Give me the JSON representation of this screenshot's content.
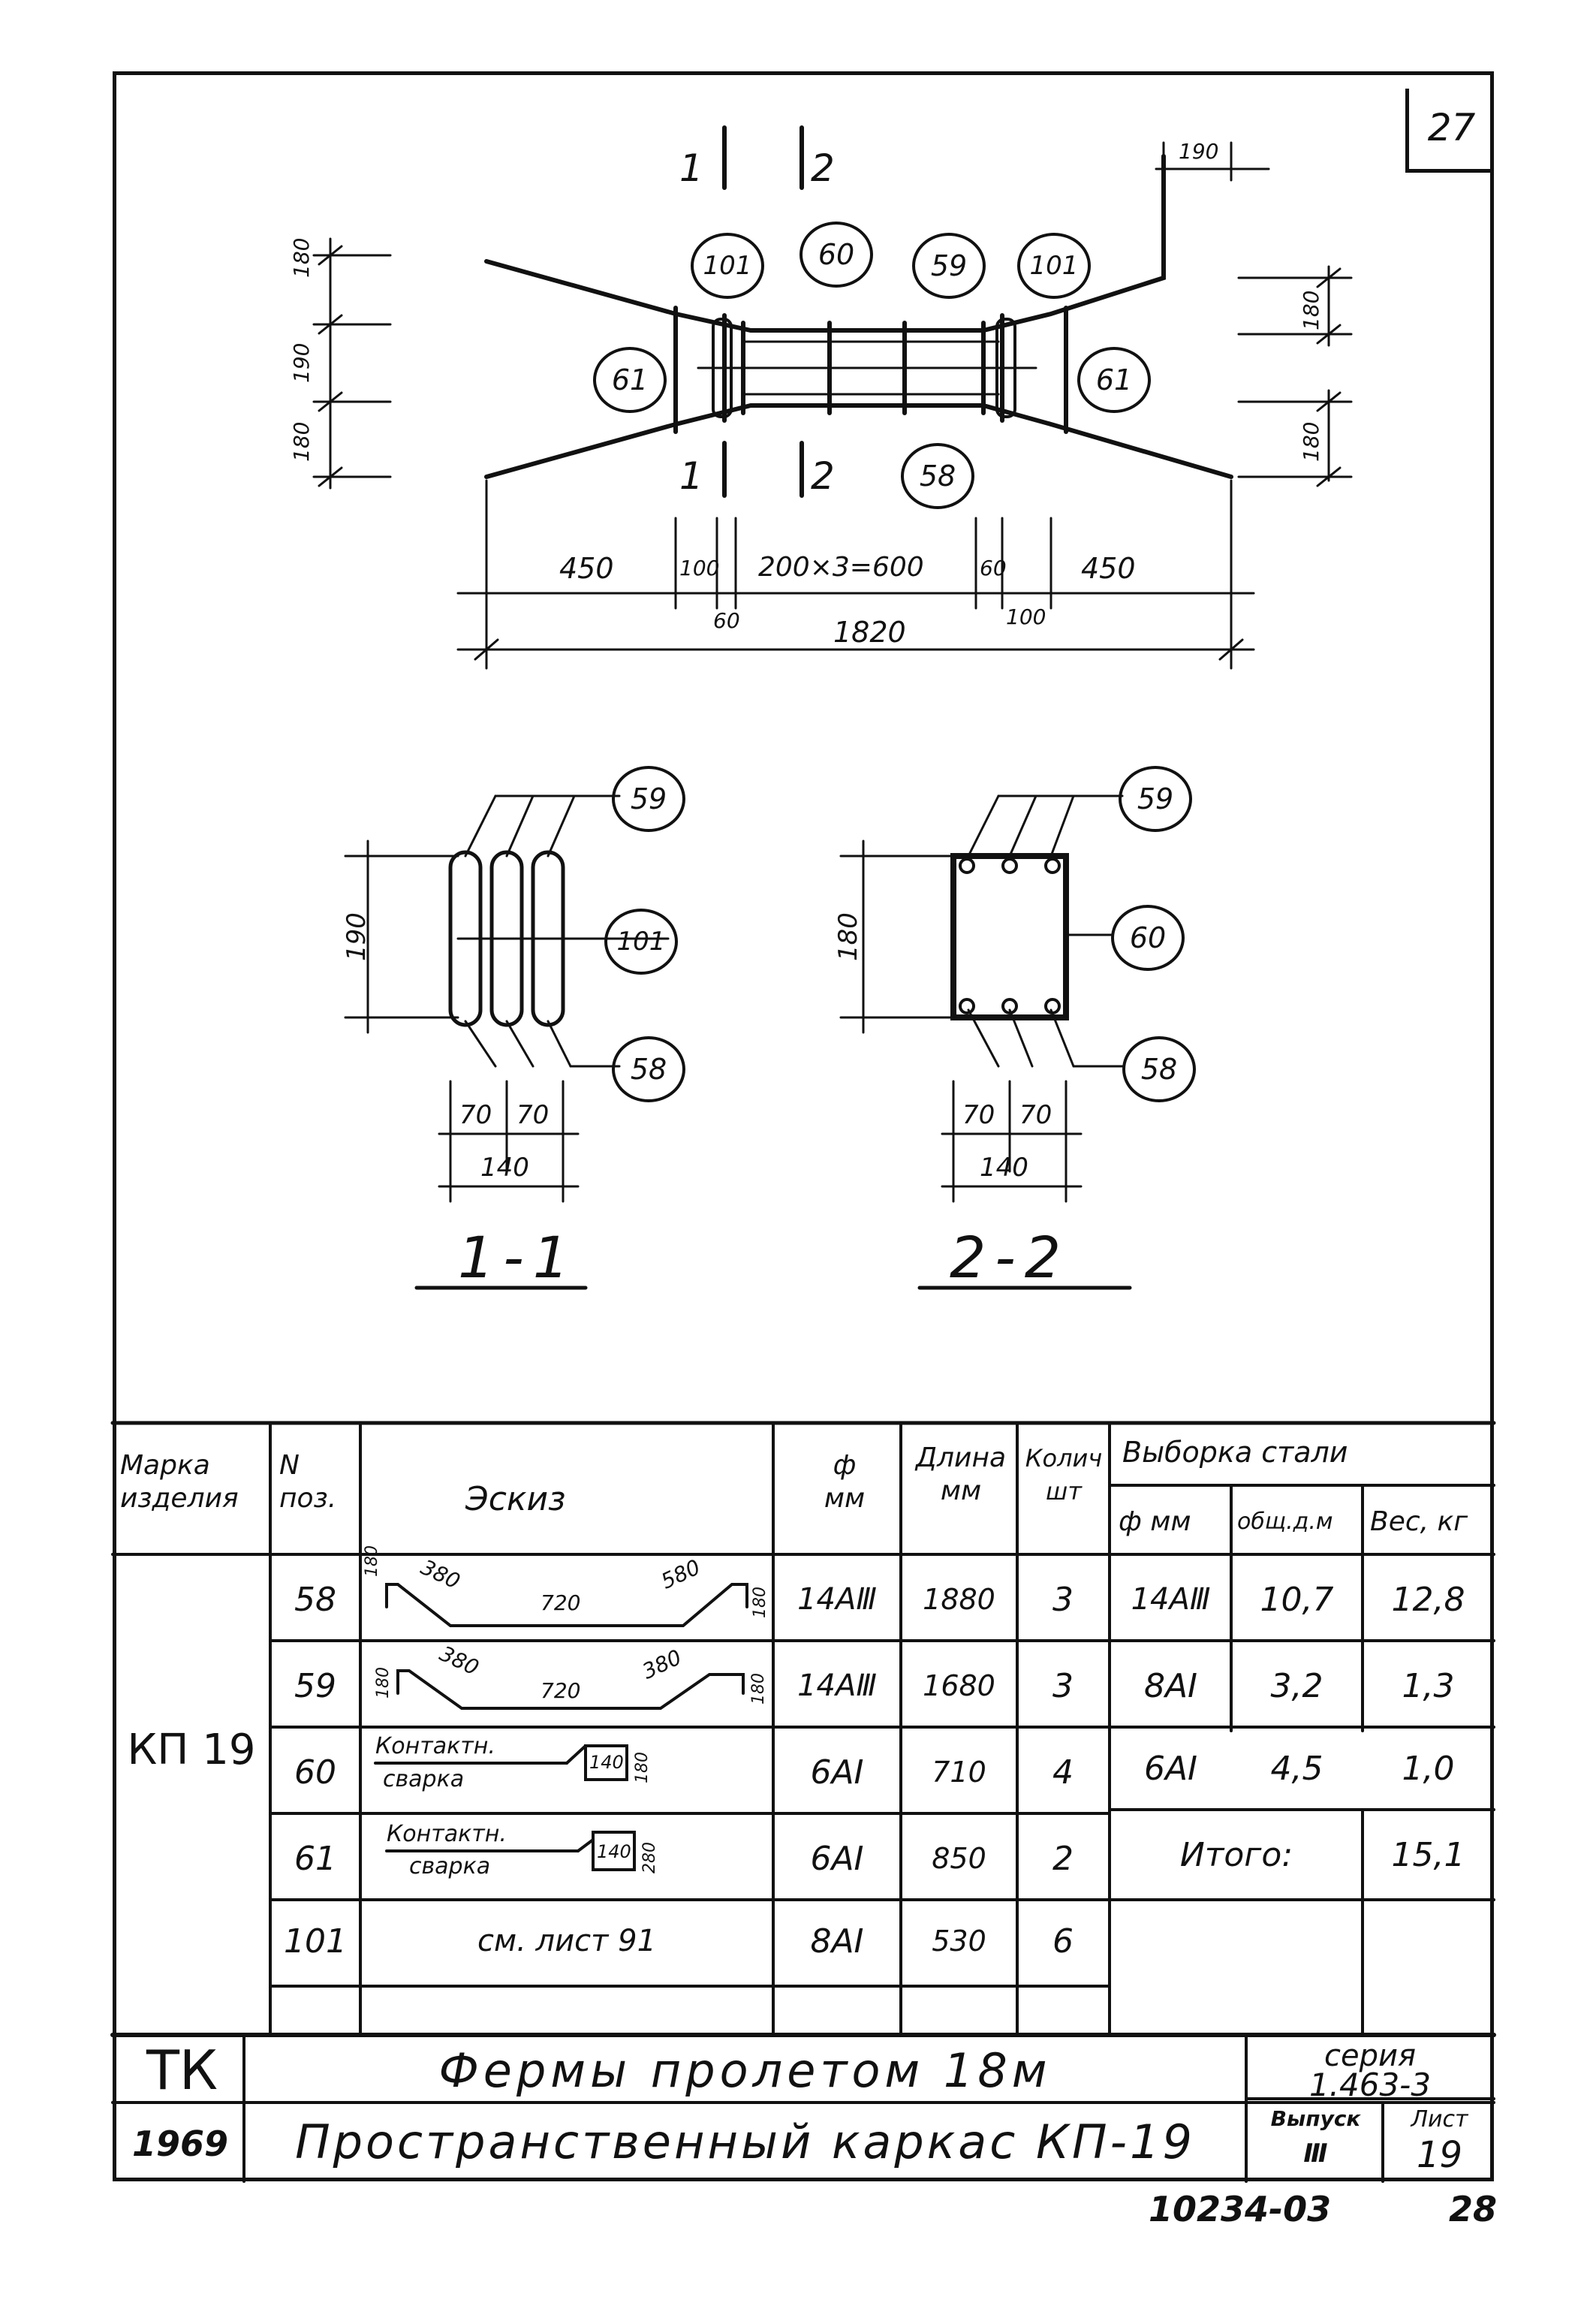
{
  "sheet_number": "27",
  "plan": {
    "section_marks": [
      "1",
      "2",
      "1",
      "2"
    ],
    "callouts": [
      "101",
      "60",
      "59",
      "101",
      "61",
      "61",
      "58"
    ],
    "dims_left": [
      "180",
      "190",
      "180"
    ],
    "dims_right": [
      "180",
      "180"
    ],
    "dim_top_right": "190",
    "dims_bottom": [
      "450",
      "100",
      "200×3=600",
      "60",
      "450",
      "60",
      "100"
    ],
    "overall": "1820"
  },
  "sections": {
    "s1": {
      "title": "1-1",
      "callouts": [
        "59",
        "101",
        "58"
      ],
      "height_dim": "190",
      "width_dims": [
        "70",
        "70"
      ],
      "total_dim": "140"
    },
    "s2": {
      "title": "2-2",
      "callouts": [
        "59",
        "60",
        "58"
      ],
      "height_dim": "180",
      "width_dims": [
        "70",
        "70"
      ],
      "total_dim": "140"
    }
  },
  "table": {
    "headers": {
      "mark": "Марка изделия",
      "pos": "N поз.",
      "sketch": "Эскиз",
      "dia": "ф мм",
      "length": "Длина мм",
      "qty": "Колич шт",
      "steel": "Выборка стали",
      "steel_dia": "ф мм",
      "steel_len": "общ.д.м",
      "steel_weight": "Вес, кг"
    },
    "mark": "КП 19",
    "rows": [
      {
        "pos": "58",
        "dia": "14АⅢ",
        "length": "1880",
        "qty": "3"
      },
      {
        "pos": "59",
        "dia": "14АⅢ",
        "length": "1680",
        "qty": "3"
      },
      {
        "pos": "60",
        "dia": "6АI",
        "length": "710",
        "qty": "4"
      },
      {
        "pos": "61",
        "dia": "6АI",
        "length": "850",
        "qty": "2"
      },
      {
        "pos": "101",
        "dia": "8АI",
        "length": "530",
        "qty": "6"
      }
    ],
    "sketch_58": {
      "a": "180",
      "b": "380",
      "c": "720",
      "d": "580",
      "e": "180"
    },
    "sketch_59": {
      "a": "180",
      "b": "380",
      "c": "720",
      "d": "380",
      "e": "180"
    },
    "sketch_60": {
      "label_top": "Контактн.",
      "label_bottom": "сварка",
      "w": "140",
      "h": "180"
    },
    "sketch_61": {
      "label_top": "Контактн.",
      "label_bottom": "сварка",
      "w": "140",
      "h": "280"
    },
    "sketch_101": "см. лист 91",
    "steel_rows": [
      {
        "dia": "14АⅢ",
        "len": "10,7",
        "weight": "12,8"
      },
      {
        "dia": "8АI",
        "len": "3,2",
        "weight": "1,3"
      },
      {
        "dia": "6АI",
        "len": "4,5",
        "weight": "1,0"
      }
    ],
    "total_label": "Итого:",
    "total_value": "15,1"
  },
  "title_block": {
    "org": "ТК",
    "year": "1969",
    "title": "Фермы пролетом 18м",
    "subtitle": "Пространственный каркас КП-19",
    "series_label": "серия",
    "series": "1.463-3",
    "issue_label": "Выпуск",
    "issue": "Ⅲ",
    "sheet_label": "Лист",
    "sheet": "19"
  },
  "footer": {
    "code": "10234-03",
    "page": "28"
  }
}
